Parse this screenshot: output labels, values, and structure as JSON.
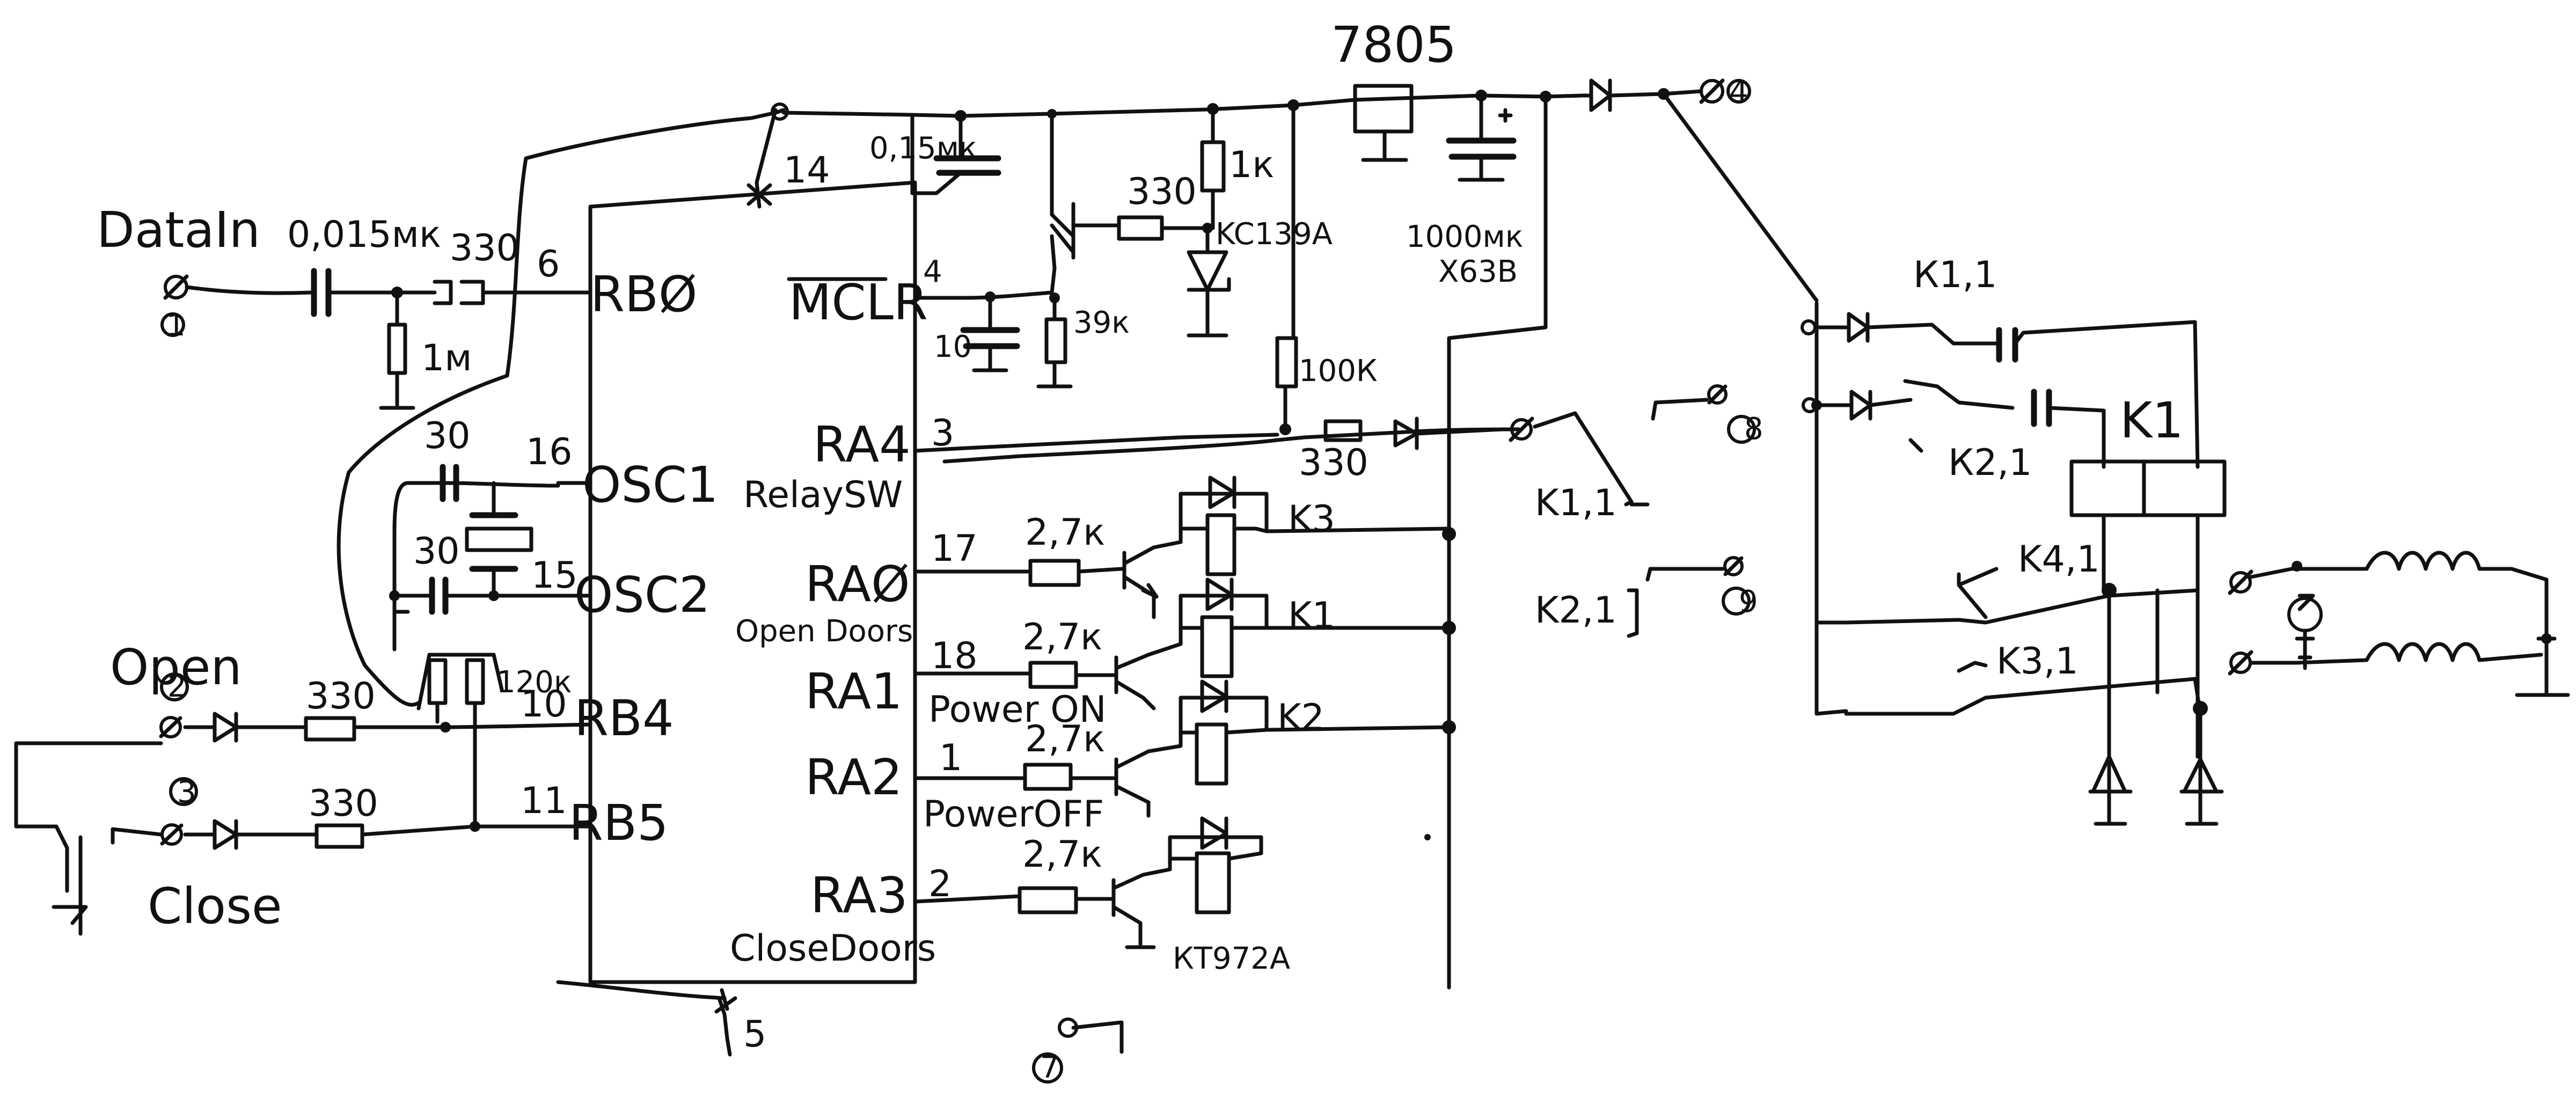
{
  "labels": {
    "data_in": "DataIn",
    "cap_in": "0,015мк",
    "r_in": "330",
    "r_pd": "1м",
    "pin6": "6",
    "rb0": "RBØ",
    "pin14": "14",
    "cap_top": "0,15мк",
    "mclr": "MCLR",
    "pin4": "4",
    "c_10": "10",
    "r_39k": "39к",
    "r_330_q": "330",
    "r_1k": "1к",
    "kc139a": "KC139A",
    "reg": "7805",
    "c_1000": "1000мк",
    "c_63v": "Х63В",
    "term4": "4",
    "c_30a": "30",
    "pin16": "16",
    "osc1": "OSC1",
    "c_30b": "30",
    "pin15": "15",
    "osc2": "OSC2",
    "r_100k": "100К",
    "r_330_ra4": "330",
    "ra4": "RA4",
    "pin3": "3",
    "relay_sw": "RelaySW",
    "term8": "8",
    "k11": "K1,1",
    "k21": "K2,1",
    "term9": "9",
    "pin17": "17",
    "r_27k_1": "2,7к",
    "ra0": "RAØ",
    "open_doors": "Open Doors",
    "k3": "K3",
    "pin18": "18",
    "r_27k_2": "2,7к",
    "ra1": "RA1",
    "k4": "K1",
    "power_on": "Power ON",
    "pin1": "1",
    "r_27k_3": "2,7к",
    "ra2": "RA2",
    "k2": "K2",
    "power_off": "PowerOFF",
    "pin2": "2",
    "r_27k_4": "2,7к",
    "ra3": "RA3",
    "close_doors": "CloseDoors",
    "kt972a": "КТ972А",
    "pin5": "5",
    "term7": "7",
    "open": "Open",
    "term2": "2",
    "r_330_o": "330",
    "r_120k": "120к",
    "pin10": "10",
    "rb4": "RB4",
    "term3": "3",
    "r_330_c": "330",
    "pin11": "11",
    "rb5": "RB5",
    "close": "Close",
    "term1": "1",
    "k11_r": "К1,1",
    "k21_r": "К2,1",
    "k1": "K1",
    "k41": "K4,1",
    "k31": "K3,1"
  }
}
